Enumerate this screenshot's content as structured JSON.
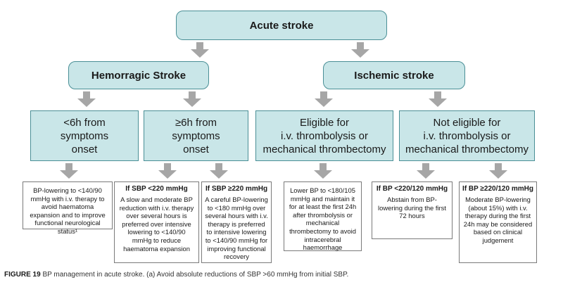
{
  "root": {
    "label": "Acute stroke"
  },
  "hemorrhagic": {
    "label": "Hemorragic Stroke"
  },
  "ischemic": {
    "label": "Ischemic stroke"
  },
  "h_lt6": {
    "line1": "<6h from",
    "line2": "symptoms",
    "line3": "onset"
  },
  "h_ge6": {
    "line1": "≥6h from",
    "line2": "symptoms",
    "line3": "onset"
  },
  "i_eligible": {
    "line1": "Eligible for",
    "line2": "i.v. thrombolysis or",
    "line3": "mechanical thrombectomy"
  },
  "i_noteligible": {
    "line1": "Not eligible for",
    "line2": "i.v. thrombolysis or",
    "line3": "mechanical thrombectomy"
  },
  "leaves": {
    "l1": {
      "text": "BP-lowering to <140/90 mmHg with i.v. therapy to avoid haematoma expansion and to improve functional neurological status¹"
    },
    "l2": {
      "head": "If SBP <220 mmHg",
      "text": "A slow and moderate BP reduction with i.v. therapy over several hours is preferred over intensive lowering to <140/90 mmHg to reduce haematoma expansion"
    },
    "l3": {
      "head": "If SBP ≥220 mmHg",
      "text": "A careful BP-lowering to <180 mmHg over several hours with i.v. therapy is preferred to intensive lowering to <140/90 mmHg for improving functional recovery"
    },
    "l4": {
      "text": "Lower BP to <180/105 mmHg and maintain it for at least the first 24h after thrombolysis or mechanical thrombectomy to avoid intracerebral haemorrhage"
    },
    "l5": {
      "head": "If BP <220/120 mmHg",
      "text": "Abstain from BP-lowering during the first 72 hours"
    },
    "l6": {
      "head": "If BP ≥220/120 mmHg",
      "text": "Moderate BP-lowering (about 15%) with i.v. therapy during the first 24h may be considered based on clinical judgement"
    }
  },
  "caption": {
    "fig": "FIGURE 19",
    "text": " BP management in acute stroke. (a) Avoid absolute reductions of SBP >60 mmHg from initial SBP."
  },
  "colors": {
    "box_fill": "#c9e6e8",
    "box_border": "#4a8f96",
    "arrow": "#a6a6a6"
  }
}
